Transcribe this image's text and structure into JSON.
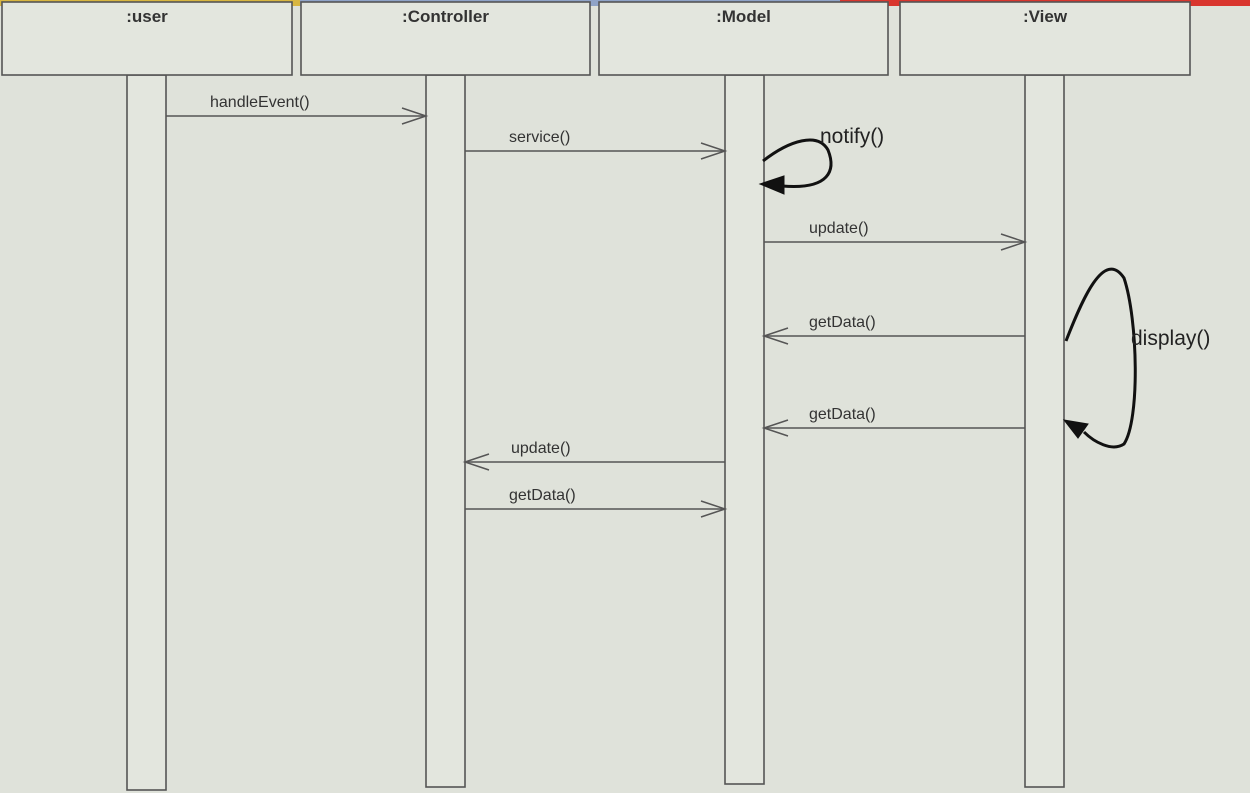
{
  "colors": {
    "background": "#dfe2da",
    "strip": [
      "#d8b640",
      "#8fa3c7",
      "#8fa3c7",
      "#d9362e"
    ]
  },
  "objects": [
    {
      "name": ":user"
    },
    {
      "name": ":Controller"
    },
    {
      "name": ":Model"
    },
    {
      "name": ":View"
    }
  ],
  "messages": [
    {
      "label": "handleEvent()",
      "from": 0,
      "to": 1
    },
    {
      "label": "service()",
      "from": 1,
      "to": 2
    },
    {
      "label": "update()",
      "from": 2,
      "to": 3
    },
    {
      "label": "getData()",
      "from": 3,
      "to": 2
    },
    {
      "label": "getData()",
      "from": 3,
      "to": 2
    },
    {
      "label": "update()",
      "from": 2,
      "to": 1
    },
    {
      "label": "getData()",
      "from": 1,
      "to": 2
    }
  ],
  "self_messages": [
    {
      "label": "notify()",
      "object": 2
    },
    {
      "label": "display()",
      "object": 3
    }
  ]
}
